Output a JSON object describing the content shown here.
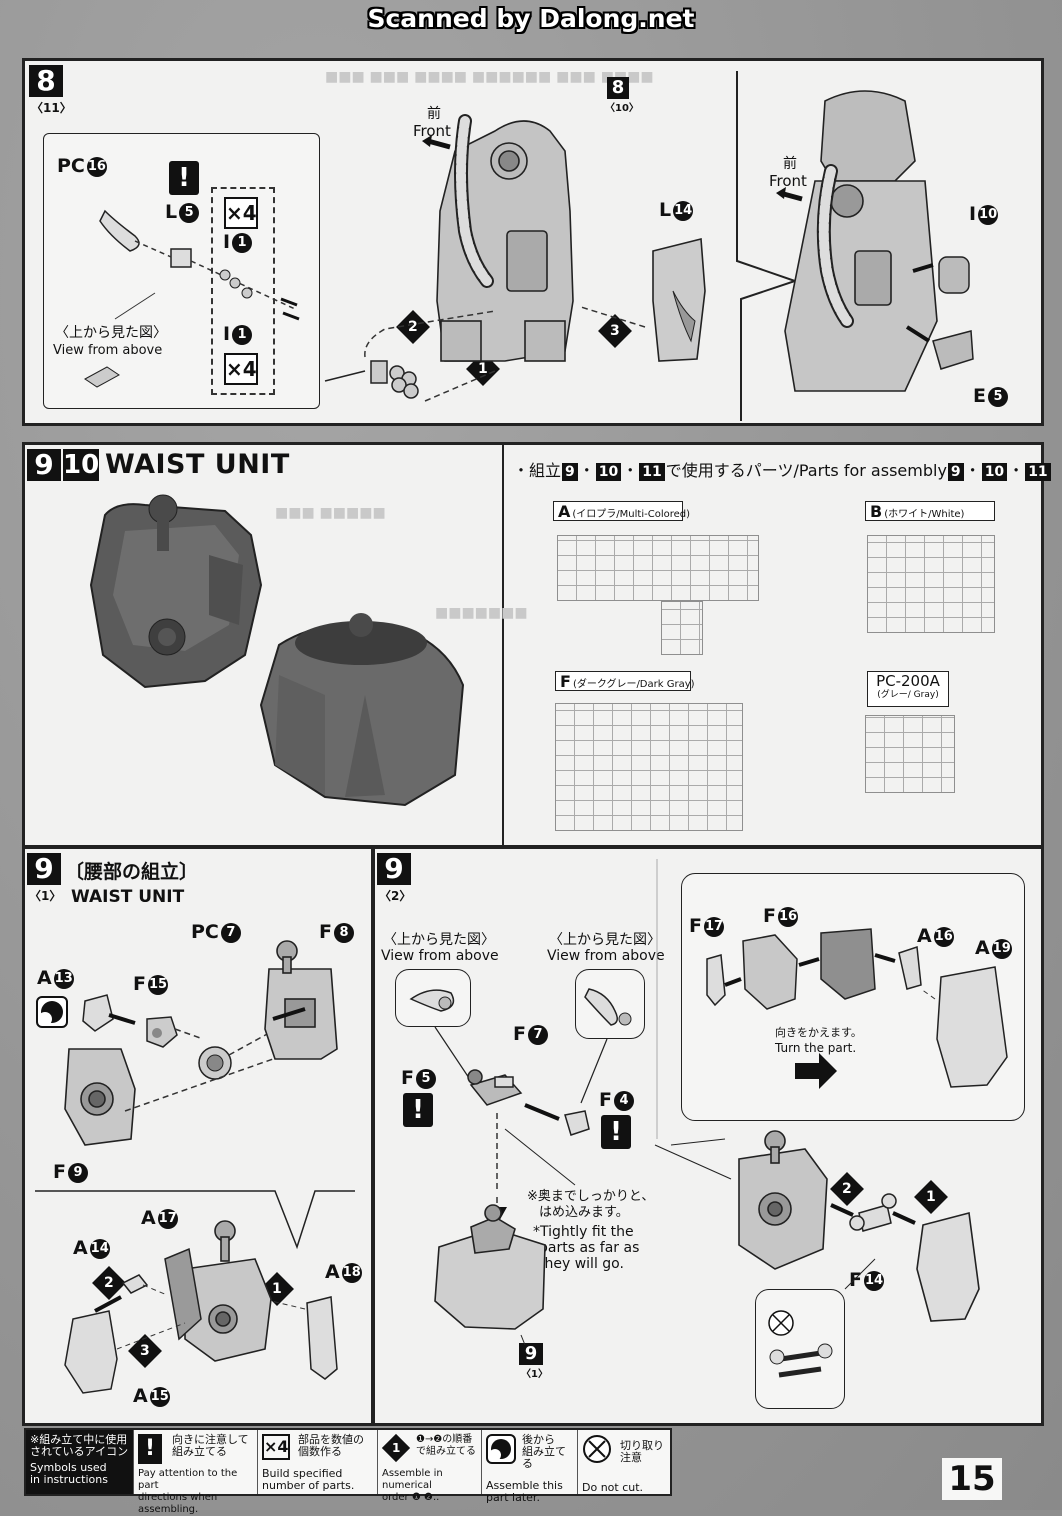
{
  "watermark": "Scanned by Dalong.net",
  "top_panel": {
    "step": "8",
    "substep": "〈11〉",
    "ref_step": "8",
    "ref_substep": "〈10〉",
    "pc16": "PC",
    "pc16_num": "16",
    "l5": "L",
    "l5_num": "5",
    "i1a": "I",
    "i1a_num": "1",
    "i1b": "I",
    "i1b_num": "1",
    "x4a": "×4",
    "x4b": "×4",
    "view_jp": "〈上から見た図〉",
    "view_en": "View from above",
    "front_jp": "前",
    "front_en": "Front",
    "l14": "L",
    "l14_num": "14",
    "front2_jp": "前",
    "front2_en": "Front",
    "i10": "I",
    "i10_num": "10",
    "e5": "E",
    "e5_num": "5",
    "seq1": "1",
    "seq2": "2",
    "seq3": "3"
  },
  "waist_header": {
    "num_a": "9",
    "num_b": "10",
    "title": "WAIST UNIT",
    "parts_prefix": "・組立",
    "parts_b1": "9",
    "parts_dot1": "・",
    "parts_b2": "10",
    "parts_dot2": "・",
    "parts_b3": "11",
    "parts_mid": "で使用するパーツ/Parts for assembly",
    "parts_b4": "9",
    "parts_dot3": "・",
    "parts_b5": "10",
    "parts_dot4": "・",
    "parts_b6": "11",
    "runner_a_letter": "A",
    "runner_a": "(イロプラ/Multi-Colored)",
    "runner_b_letter": "B",
    "runner_b": "(ホワイト/White)",
    "runner_f_letter": "F",
    "runner_f": "(ダークグレー/Dark Gray)",
    "runner_pc": "PC-200A",
    "runner_pc_sub": "(グレー/ Gray)"
  },
  "step9_1": {
    "step": "9",
    "substep": "〈1〉",
    "title_jp": "〔腰部の組立〕",
    "title_en": "WAIST UNIT",
    "a13": "A",
    "a13_num": "13",
    "f15": "F",
    "f15_num": "15",
    "pc7": "PC",
    "pc7_num": "7",
    "f8": "F",
    "f8_num": "8",
    "f9": "F",
    "f9_num": "9",
    "a17": "A",
    "a17_num": "17",
    "a14": "A",
    "a14_num": "14",
    "a18": "A",
    "a18_num": "18",
    "a15": "A",
    "a15_num": "15",
    "seq1": "1",
    "seq2": "2",
    "seq3": "3"
  },
  "step9_2": {
    "step": "9",
    "substep": "〈2〉",
    "view1_jp": "〈上から見た図〉",
    "view1_en": "View from above",
    "view2_jp": "〈上から見た図〉",
    "view2_en": "View from above",
    "f7": "F",
    "f7_num": "7",
    "f5": "F",
    "f5_num": "5",
    "f4": "F",
    "f4_num": "4",
    "note_jp1": "※奥までしっかりと、",
    "note_jp2": "はめ込みます。",
    "note_en1": "*Tightly fit the",
    "note_en2": "parts as far as",
    "note_en3": "they will go.",
    "ref_step": "9",
    "ref_substep": "〈1〉",
    "f17": "F",
    "f17_num": "17",
    "f16": "F",
    "f16_num": "16",
    "a16": "A",
    "a16_num": "16",
    "a19": "A",
    "a19_num": "19",
    "turn_jp": "向きをかえます。",
    "turn_en": "Turn the part.",
    "f14": "F",
    "f14_num": "14",
    "seq1": "1",
    "seq2": "2"
  },
  "legend": {
    "intro_jp1": "※組み立て中に使用",
    "intro_jp2": "されているアイコン",
    "intro_en1": "Symbols used",
    "intro_en2": "in instructions",
    "attn_icon": "!",
    "attn_jp1": "向きに注意して",
    "attn_jp2": "組み立てる",
    "attn_en1": "Pay attention to the part",
    "attn_en2": "directions when assembling.",
    "mult_icon": "×4",
    "mult_jp1": "部品を数値の",
    "mult_jp2": "個数作る",
    "mult_en1": "Build specified",
    "mult_en2": "number of parts.",
    "order_icon": "1",
    "order_jp1": "❶→❷の順番",
    "order_jp2": "で組み立てる",
    "order_en1": "Assemble in numerical",
    "order_en2": "order ❶ ❷..",
    "later_jp1": "後から",
    "later_jp2": "組み立てる",
    "later_en1": "Assemble this",
    "later_en2": "part later.",
    "cut_jp": "切り取り注意",
    "cut_en": "Do not cut."
  },
  "page_number": "15"
}
